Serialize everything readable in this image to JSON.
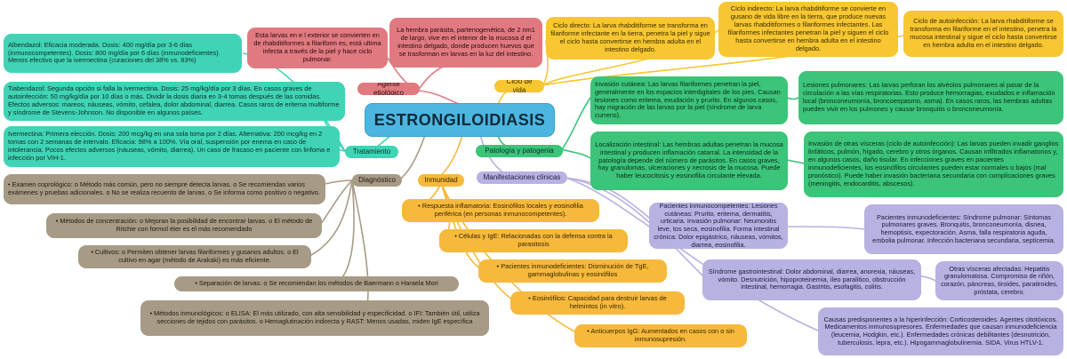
{
  "central": {
    "title": "ESTRONGILOIDIASIS"
  },
  "colors": {
    "teal": "#3fd4b5",
    "green": "#3bc47a",
    "red": "#e07a80",
    "yellow": "#f7c631",
    "orange": "#f6b93b",
    "lavender": "#b7b2e1",
    "tan": "#a79b86",
    "central": "#4cb6e0"
  },
  "branches": {
    "agente": {
      "label": "Agente etiológico",
      "hembra": "La hembra parásita, partenogenética, de 2 nm1 de largo, vive en el interior de la mucosa d el intestino delgado, donde producen huevos que se trasforman en larvas en la luz del intestino.",
      "larvas": "Esta larvas en e l exterior se convierten en de rhabditiformes a filariform es, está ultima infecta a través de la piel y hace ciclo pulmonar."
    },
    "ciclo": {
      "label": "Ciclo de vida",
      "directo": "Ciclo directo: La larva rhabditiforme se transforma en filariforme infectante en la tierra, penetra la piel y sigue el ciclo hasta convertirse en hembra adulta en el intestino delgado.",
      "indirecto": "Ciclo indirecto: La larva rhabditiforme se convierte en gusano de vida libre en la tierra, que produce nuevas larvas rhabditiformes o filariformes infectantes. Las filariformes infectantes penetran la piel y siguen el ciclo hasta convertirse en hembra adulta en el intestino delgado.",
      "autoinfeccion": "Ciclo de autoinfección: La larva rhabditiforme se transforma en filariforme en el intestino, penetra la mucosa intestinal y sigue el ciclo hasta convertirse en hembra adulta en el intestino delgado."
    },
    "patologia": {
      "label": "Patología y patogenia",
      "invasion_cutanea": "Invasión cutánea: Las larvas filariformes penetran la piel, generalmente en los espacios interdigitales de los pies. Causan lesiones como eritema, exudación y prurito. En algunos casos, hay migración de las larvas por la piel (síndrome de larva currens).",
      "lesiones_pulmonares": "Lesiones pulmonares: Las larvas perforan los alvéolos pulmonares al pasar de la circulación a las vías respiratorias. Esto produce hemorragias, exudados e inflamación local (bronconeumonía, broncoespasmo, asma). En casos raros, las hembras adultas pueden vivir en los pulmones y causar bronquitis o bronconeumonía.",
      "localizacion_intestinal": "Localización intestinal: Las hembras adultas penetran la mucosa intestinal y producen inflamación catarral. La intensidad de la patología depende del número de parásitos. En casos graves, hay granulomas, ulceraciones y necrosis de la mucosa. Puede haber leucocitosis y eosinofilia circulante elevada.",
      "invasion_visceras": "Invasión de otras vísceras (ciclo de autoinfección): Las larvas pueden invadir ganglios linfáticos, pulmón, hígado, cerebro y otros órganos. Causan infiltrados inflamatorios y, en algunos casos, daño tisular. En infecciones graves en pacientes inmunodeficientes, los eosinófilos circulantes pueden estar normales o bajos (mal pronóstico). Puede haber invasión bacteriana secundaria con complicaciones graves (meningitis, endocarditis, abscesos)."
    },
    "manifestaciones": {
      "label": "Manifestaciones clínicas",
      "inmunocompetentes": "Pacientes inmunocompetentes: Lesiones cutáneas: Prurito, eritema, dermatitis, urticaria. Invasión pulmonar: Neumonitis leve, tos seca, eosinofilia. Forma intestinal crónica: Dolor epigástrico, náuseas, vómitos, diarrea, eosinofilia.",
      "inmunodeficientes": "Pacientes inmunodeficientes: Síndrome pulmonar: Síntomas pulmonares graves. Bronquitis, bronconeumonía, disnea, hemoptisis, expectoración. Asma, falla respiratoria aguda, embolia pulmonar. Infección bacteriana secundaria, septicemia.",
      "gastrointestinal": "Síndrome gastrointestinal: Dolor abdominal, diarrea, anorexia, náuseas, vómito. Desnutrición, hipoproteinemia, íleo paralítico, obstrucción intestinal, hemorragia. Gastritis, esofagitis, colitis.",
      "otras_visceras": "Otras vísceras afectadas: Hepatitis granulomatosa. Compromiso de riñón, corazón, páncreas, tiroides, paratiroides, próstata, cerebro.",
      "causas": "Causas predisponentes a la hiperinfección: Corticosteroides. Agentes citotóxicos. Medicamentos inmunosupresores. Enfermedades que causan inmunodeficiencia (leucemia, Hodgkin, etc.). Enfermedades crónicas debilitantes (desnutrición, tuberculosis, lepra, etc.). Hipogammaglobulinemia. SIDA. Virus HTLV-1."
    },
    "inmunidad": {
      "label": "Inmunidad",
      "items": [
        "• Respuesta inflamatoria: Eosinófilos locales y eosinofilia periférica (en personas inmunocompetentes).",
        "• Células y IgE: Relacionadas con la defensa contra la parasitosis",
        "• Pacientes inmunodeficientes: Disminución de TgE, gammaglobulinas y eosinófilos",
        "• Eosinófilos: Capacidad para destruir larvas de helmintos (in vitro).",
        "• Anticuerpos IgG: Aumentados en casos con o sin inmunosupresión."
      ]
    },
    "diagnostico": {
      "label": "Diagnóstico",
      "items": [
        "• Examen coprológico: o Método más común, pero no siempre detecta larvas. o Se recomiendan varios exámenes y pruebas adicionales. o No se realiza recuento de larvas. o Se informa como positivo o negativo.",
        "• Métodos de concentración: o Mejoran la posibilidad de encontrar larvas. o El método de Ritchie con formol éter es el más recomendado",
        "• Cultivos: o Permiten obtener larvas filariformes y gusanos adultos. o El cultivo en agar (método de Arakaki) es más eficiente.",
        "• Separación de larvas: o Se recomiendan los métodos de Baermann o Haraela Mori",
        "• Métodos inmunológicos: o ELISA: El más utilizado, con alta sensibilidad y especificidad. o IFI: También útil, utiliza secciones de tejidos con parásitos. o Hemaglutinación indirecta y RAST: Menos usadas, miden IgE específica"
      ]
    },
    "tratamiento": {
      "label": "Tratamiento",
      "albendazol": "Albendazol: Eficacia moderada. Dosis: 400 mg/día por 3-6 días (inmunocompetentes). Dosis: 800 mg/día por 6 días (inmunodeficientes). Menos efectivo que la ivermectina (curaciones del 38% vs. 83%)",
      "tiabendazol": "Tiabendazol: Segunda opción si falla la ivermectina. Dosis: 25 mg/kg/día por 3 días. En casos graves de autoinfección: 50 mg/kg/día por 10 días o más. Dividir la dosis diaria en 3-4 tomas después de las comidas. Efectos adversos: mareos, náuseas, vómito, cefalea, dolor abdominal, diarrea. Casos raros de eritema multiforme y síndrome de Stevens-Johnson. No disponible en algunos países.",
      "ivermectina": "Ivermectina: Primera elección. Dosis: 200 mcg/kg en una sola toma por 2 días. Alternativa: 200 mcg/kg en 2 tomas con 2 semanas de intervalo. Eficacia: 98% a 100%. Vía oral, suspensión por enema en caso de intolerancia. Pocos efectos adversos (náuseas, vómito, diarrea). Un caso de fracaso en paciente con linfoma e infección por VIH-1."
    }
  }
}
